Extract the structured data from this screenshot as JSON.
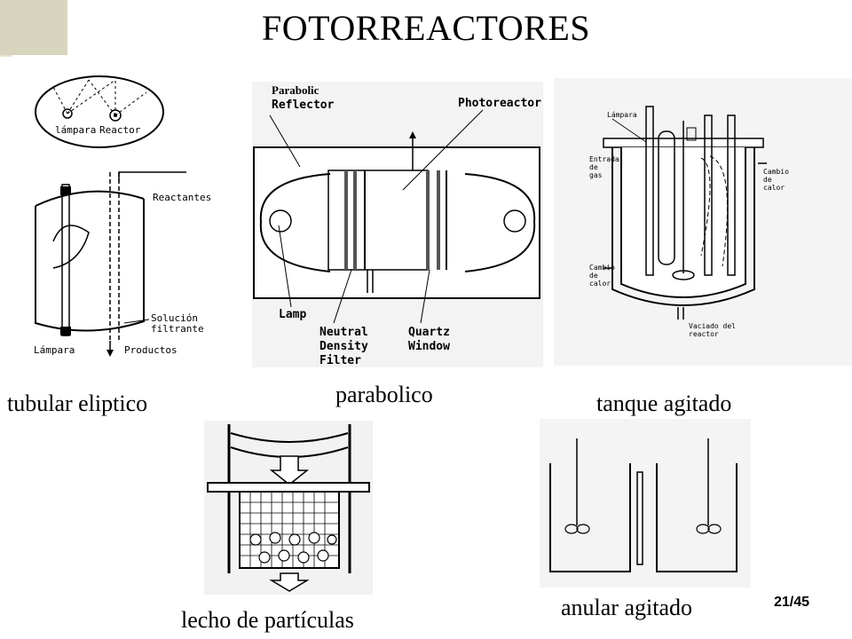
{
  "slide": {
    "title": "FOTORREACTORES",
    "page_number": "21/45"
  },
  "panels": {
    "tubular": {
      "caption": "tubular eliptico",
      "labels": {
        "lampara_top": "lámpara",
        "reactor_top": "Reactor",
        "reactantes": "Reactantes",
        "solucion": "Solución",
        "filtrante": "filtrante",
        "lampara_bottom": "Lámpara",
        "productos": "Productos"
      }
    },
    "parabolic": {
      "caption": "parabolico",
      "labels": {
        "reflector_1": "Parabolic",
        "reflector_2": "Reflector",
        "photoreactor": "Photoreactor",
        "lamp": "Lamp",
        "neutral": "Neutral",
        "density": "Density",
        "filter": "Filter",
        "quartz": "Quartz",
        "window": "Window"
      }
    },
    "tank": {
      "caption": "tanque agitado",
      "labels": {
        "lampara": "Lámpara",
        "entrada_1": "Entrada",
        "entrada_2": "de",
        "entrada_3": "gas",
        "cambio_r_1": "Cambio",
        "cambio_r_2": "de",
        "cambio_r_3": "calor",
        "cambio_l_1": "Cambio",
        "cambio_l_2": "de",
        "cambio_l_3": "calor",
        "vaciado_1": "Vaciado del",
        "vaciado_2": "reactor"
      }
    },
    "bed": {
      "caption": "lecho de partículas"
    },
    "annular": {
      "caption": "anular agitado"
    }
  }
}
